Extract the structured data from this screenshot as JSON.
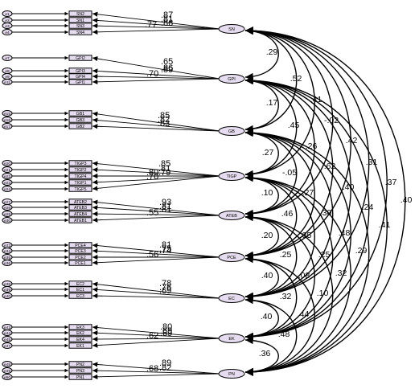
{
  "constructs": [
    {
      "name": "SN",
      "indicators": [
        {
          "error": "e1",
          "item": "SN2",
          "loading": ".87"
        },
        {
          "error": "e2",
          "item": "SN1",
          "loading": ".81"
        },
        {
          "error": "e3",
          "item": "SN3",
          "loading": ".86"
        },
        {
          "error": "e4",
          "item": "SN4",
          "loading": ".77"
        }
      ]
    },
    {
      "name": "GPI",
      "indicators": [
        {
          "error": "e7",
          "item": "GPI2",
          "loading": ".65"
        },
        {
          "error": "e8",
          "item": "GPI3",
          "loading": ".86"
        },
        {
          "error": "e9",
          "item": "GPI4",
          "loading": ".89"
        },
        {
          "error": "e11",
          "item": "GPI1",
          "loading": ".70"
        }
      ]
    },
    {
      "name": "GB",
      "indicators": [
        {
          "error": "e15",
          "item": "GB1",
          "loading": ".85"
        },
        {
          "error": "e16",
          "item": "GB3",
          "loading": ".82"
        },
        {
          "error": "e17",
          "item": "GB2",
          "loading": ".83"
        }
      ]
    },
    {
      "name": "TIGP",
      "indicators": [
        {
          "error": "e20",
          "item": "TIGP3",
          "loading": ".85"
        },
        {
          "error": "e21",
          "item": "TIGP2",
          "loading": ".81"
        },
        {
          "error": "e22",
          "item": "TIGP4",
          "loading": ".79"
        },
        {
          "error": "e23",
          "item": "TIGP1",
          "loading": ".80"
        },
        {
          "error": "e24",
          "item": "TIGP5",
          "loading": ".70"
        }
      ]
    },
    {
      "name": "ATEB",
      "indicators": [
        {
          "error": "e27",
          "item": "ATEB2",
          "loading": ".93"
        },
        {
          "error": "e28",
          "item": "ATEB3",
          "loading": ".81"
        },
        {
          "error": "e29",
          "item": "ATEB4",
          "loading": ".81"
        },
        {
          "error": "e30",
          "item": "ATEB1",
          "loading": ".55"
        }
      ]
    },
    {
      "name": "PCE",
      "indicators": [
        {
          "error": "e33",
          "item": "PCE4",
          "loading": ".81"
        },
        {
          "error": "e34",
          "item": "PCE3",
          "loading": ".75"
        },
        {
          "error": "e35",
          "item": "PCE2",
          "loading": ".74"
        },
        {
          "error": "e36",
          "item": "PCE1",
          "loading": ".56"
        }
      ]
    },
    {
      "name": "EC",
      "indicators": [
        {
          "error": "e38",
          "item": "EC2",
          "loading": ".78"
        },
        {
          "error": "e39",
          "item": "EC1",
          "loading": ".76"
        },
        {
          "error": "e40",
          "item": "EC3",
          "loading": ".69"
        }
      ]
    },
    {
      "name": "EK",
      "indicators": [
        {
          "error": "e43",
          "item": "EK3",
          "loading": ".80"
        },
        {
          "error": "e44",
          "item": "EK2",
          "loading": ".69"
        },
        {
          "error": "e45",
          "item": "EK4",
          "loading": ".69"
        },
        {
          "error": "e47",
          "item": "EK1",
          "loading": ".62"
        }
      ]
    },
    {
      "name": "PN",
      "indicators": [
        {
          "error": "e48",
          "item": "PN2",
          "loading": ".89"
        },
        {
          "error": "e49",
          "item": "PN3",
          "loading": ".82"
        },
        {
          "error": "e50",
          "item": "PN1",
          "loading": ".68"
        }
      ]
    }
  ],
  "correlations": [
    {
      "from": "SN",
      "to": "GPI",
      "value": ".29"
    },
    {
      "from": "SN",
      "to": "GB",
      "value": ".52"
    },
    {
      "from": "SN",
      "to": "TIGP",
      "value": ".41"
    },
    {
      "from": "SN",
      "to": "ATEB",
      "value": "-.02"
    },
    {
      "from": "SN",
      "to": "PCE",
      "value": ".42"
    },
    {
      "from": "SN",
      "to": "EC",
      "value": ".31"
    },
    {
      "from": "SN",
      "to": "EK",
      "value": ".37"
    },
    {
      "from": "SN",
      "to": "PN",
      "value": ".40"
    },
    {
      "from": "GPI",
      "to": "GB",
      "value": ".17"
    },
    {
      "from": "GPI",
      "to": "TIGP",
      "value": ".45"
    },
    {
      "from": "GPI",
      "to": "ATEB",
      "value": ".26"
    },
    {
      "from": "GPI",
      "to": "PCE",
      "value": ".62"
    },
    {
      "from": "GPI",
      "to": "EC",
      "value": ".40"
    },
    {
      "from": "GPI",
      "to": "EK",
      "value": ".24"
    },
    {
      "from": "GPI",
      "to": "PN",
      "value": ".41"
    },
    {
      "from": "GB",
      "to": "TIGP",
      "value": ".27"
    },
    {
      "from": "GB",
      "to": "ATEB",
      "value": "-.05"
    },
    {
      "from": "GB",
      "to": "PCE",
      "value": ".27"
    },
    {
      "from": "GB",
      "to": "EC",
      "value": ".30"
    },
    {
      "from": "GB",
      "to": "EK",
      "value": ".48"
    },
    {
      "from": "GB",
      "to": "PN",
      "value": ".29"
    },
    {
      "from": "TIGP",
      "to": "ATEB",
      "value": ".10"
    },
    {
      "from": "TIGP",
      "to": "PCE",
      "value": ".46"
    },
    {
      "from": "TIGP",
      "to": "EC",
      "value": ".35"
    },
    {
      "from": "TIGP",
      "to": "EK",
      "value": ".25"
    },
    {
      "from": "TIGP",
      "to": "PN",
      "value": ".32"
    },
    {
      "from": "ATEB",
      "to": "PCE",
      "value": ".20"
    },
    {
      "from": "ATEB",
      "to": "EC",
      "value": ".25"
    },
    {
      "from": "ATEB",
      "to": "EK",
      "value": ".08"
    },
    {
      "from": "ATEB",
      "to": "PN",
      "value": ".10"
    },
    {
      "from": "PCE",
      "to": "EC",
      "value": ".40"
    },
    {
      "from": "PCE",
      "to": "EK",
      "value": ".32"
    },
    {
      "from": "PCE",
      "to": "PN",
      "value": ".44"
    },
    {
      "from": "EC",
      "to": "EK",
      "value": ".40"
    },
    {
      "from": "EC",
      "to": "PN",
      "value": ".48"
    },
    {
      "from": "EK",
      "to": "PN",
      "value": ".36"
    }
  ]
}
